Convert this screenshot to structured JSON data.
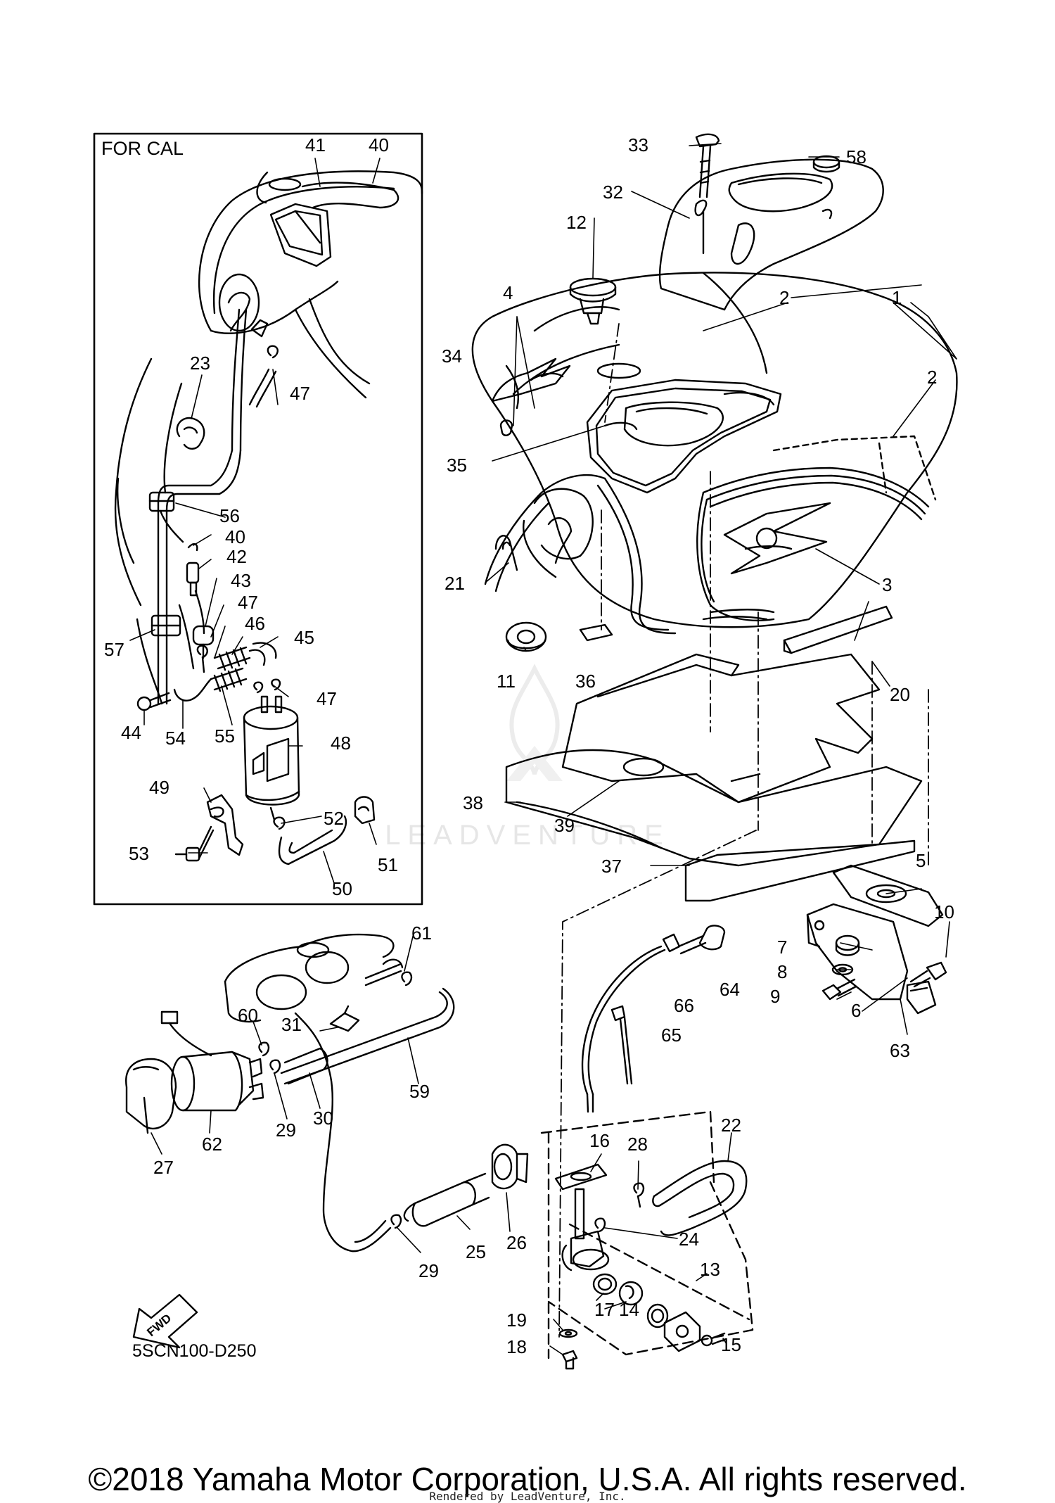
{
  "inset": {
    "title": "FOR CAL"
  },
  "diagram_code": "5SCN100-D250",
  "fwd_label": "FWD",
  "copyright": "©2018 Yamaha Motor Corporation, U.S.A. All rights reserved.",
  "rendered_by": "Rendered by LeadVenture, Inc.",
  "watermark": {
    "text": "LEADVENTURE"
  },
  "callouts": {
    "c1": "1",
    "c2a": "2",
    "c2b": "2",
    "c3": "3",
    "c4": "4",
    "c5": "5",
    "c6": "6",
    "c7": "7",
    "c8": "8",
    "c9": "9",
    "c10": "10",
    "c11": "11",
    "c12": "12",
    "c13": "13",
    "c14": "14",
    "c15": "15",
    "c16": "16",
    "c17": "17",
    "c18": "18",
    "c19": "19",
    "c20": "20",
    "c21": "21",
    "c22": "22",
    "c23": "23",
    "c24": "24",
    "c25": "25",
    "c26": "26",
    "c27": "27",
    "c28": "28",
    "c29a": "29",
    "c29b": "29",
    "c30": "30",
    "c31": "31",
    "c32": "32",
    "c33": "33",
    "c34": "34",
    "c35": "35",
    "c36": "36",
    "c37": "37",
    "c38": "38",
    "c39": "39",
    "c40a": "40",
    "c40b": "40",
    "c41": "41",
    "c42": "42",
    "c43": "43",
    "c44": "44",
    "c45": "45",
    "c46": "46",
    "c47a": "47",
    "c47b": "47",
    "c47c": "47",
    "c48": "48",
    "c49": "49",
    "c50": "50",
    "c51": "51",
    "c52": "52",
    "c53": "53",
    "c54": "54",
    "c55": "55",
    "c56": "56",
    "c57": "57",
    "c58": "58",
    "c59": "59",
    "c60": "60",
    "c61": "61",
    "c62": "62",
    "c63": "63",
    "c64": "64",
    "c65": "65",
    "c66": "66"
  }
}
